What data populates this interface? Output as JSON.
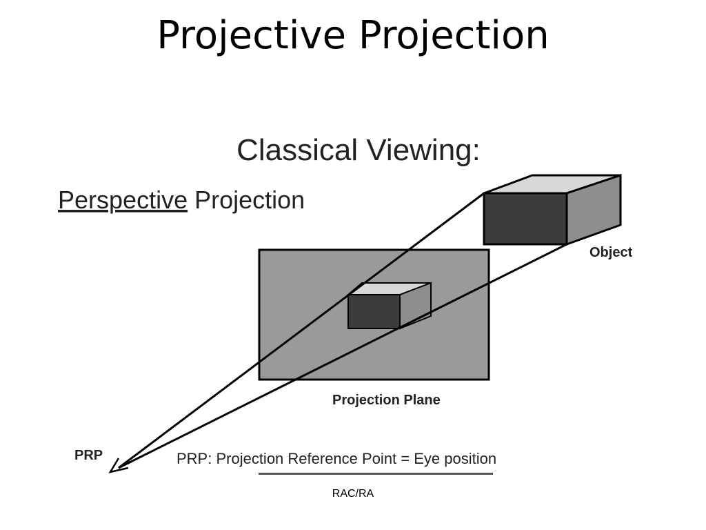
{
  "slide": {
    "title": "Projective Projection",
    "footer": "RAC/RA"
  },
  "figure": {
    "heading": "Classical Viewing:",
    "subheading_underlined": "Perspective",
    "subheading_rest": " Projection",
    "object_label": "Object",
    "plane_label": "Projection Plane",
    "prp_label": "PRP",
    "prp_caption": "PRP: Projection Reference Point = Eye position"
  },
  "colors": {
    "plane_fill": "#9a9a9a",
    "box_front": "#3c3c3c",
    "box_top": "#d8d8d8",
    "box_side": "#8e8e8e"
  }
}
